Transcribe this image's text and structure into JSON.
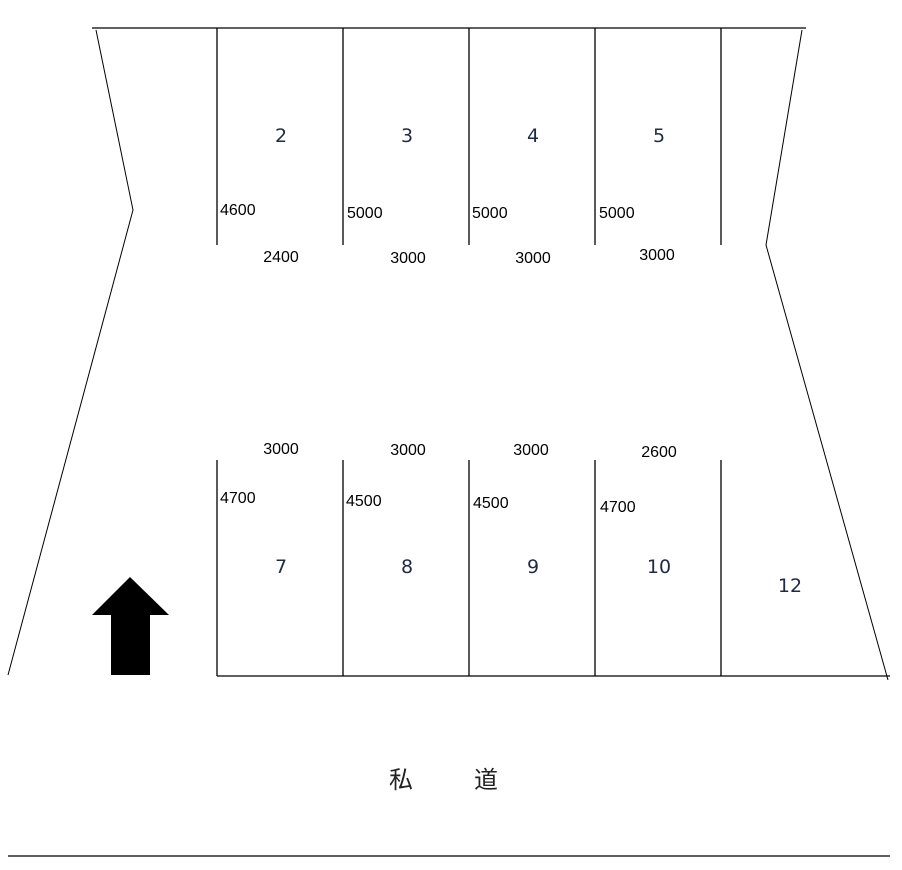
{
  "diagram": {
    "type": "site-plan",
    "road_label": [
      "私",
      "道"
    ],
    "arrow": {
      "direction": "up",
      "color": "#000000"
    },
    "lots": [
      {
        "id": "2",
        "row": "top",
        "number": "2",
        "depth": "4600",
        "frontage": "2400"
      },
      {
        "id": "3",
        "row": "top",
        "number": "3",
        "depth": "5000",
        "frontage": "3000"
      },
      {
        "id": "4",
        "row": "top",
        "number": "4",
        "depth": "5000",
        "frontage": "3000"
      },
      {
        "id": "5",
        "row": "top",
        "number": "5",
        "depth": "5000",
        "frontage": "3000"
      },
      {
        "id": "7",
        "row": "bottom",
        "number": "7",
        "depth": "4700",
        "frontage": "3000"
      },
      {
        "id": "8",
        "row": "bottom",
        "number": "8",
        "depth": "4500",
        "frontage": "3000"
      },
      {
        "id": "9",
        "row": "bottom",
        "number": "9",
        "depth": "4500",
        "frontage": "3000"
      },
      {
        "id": "10",
        "row": "bottom",
        "number": "10",
        "depth": "4700",
        "frontage": "2600"
      },
      {
        "id": "12",
        "row": "bottom",
        "number": "12"
      }
    ],
    "colors": {
      "line": "#000000",
      "lot_number": "#1f2a44"
    }
  }
}
